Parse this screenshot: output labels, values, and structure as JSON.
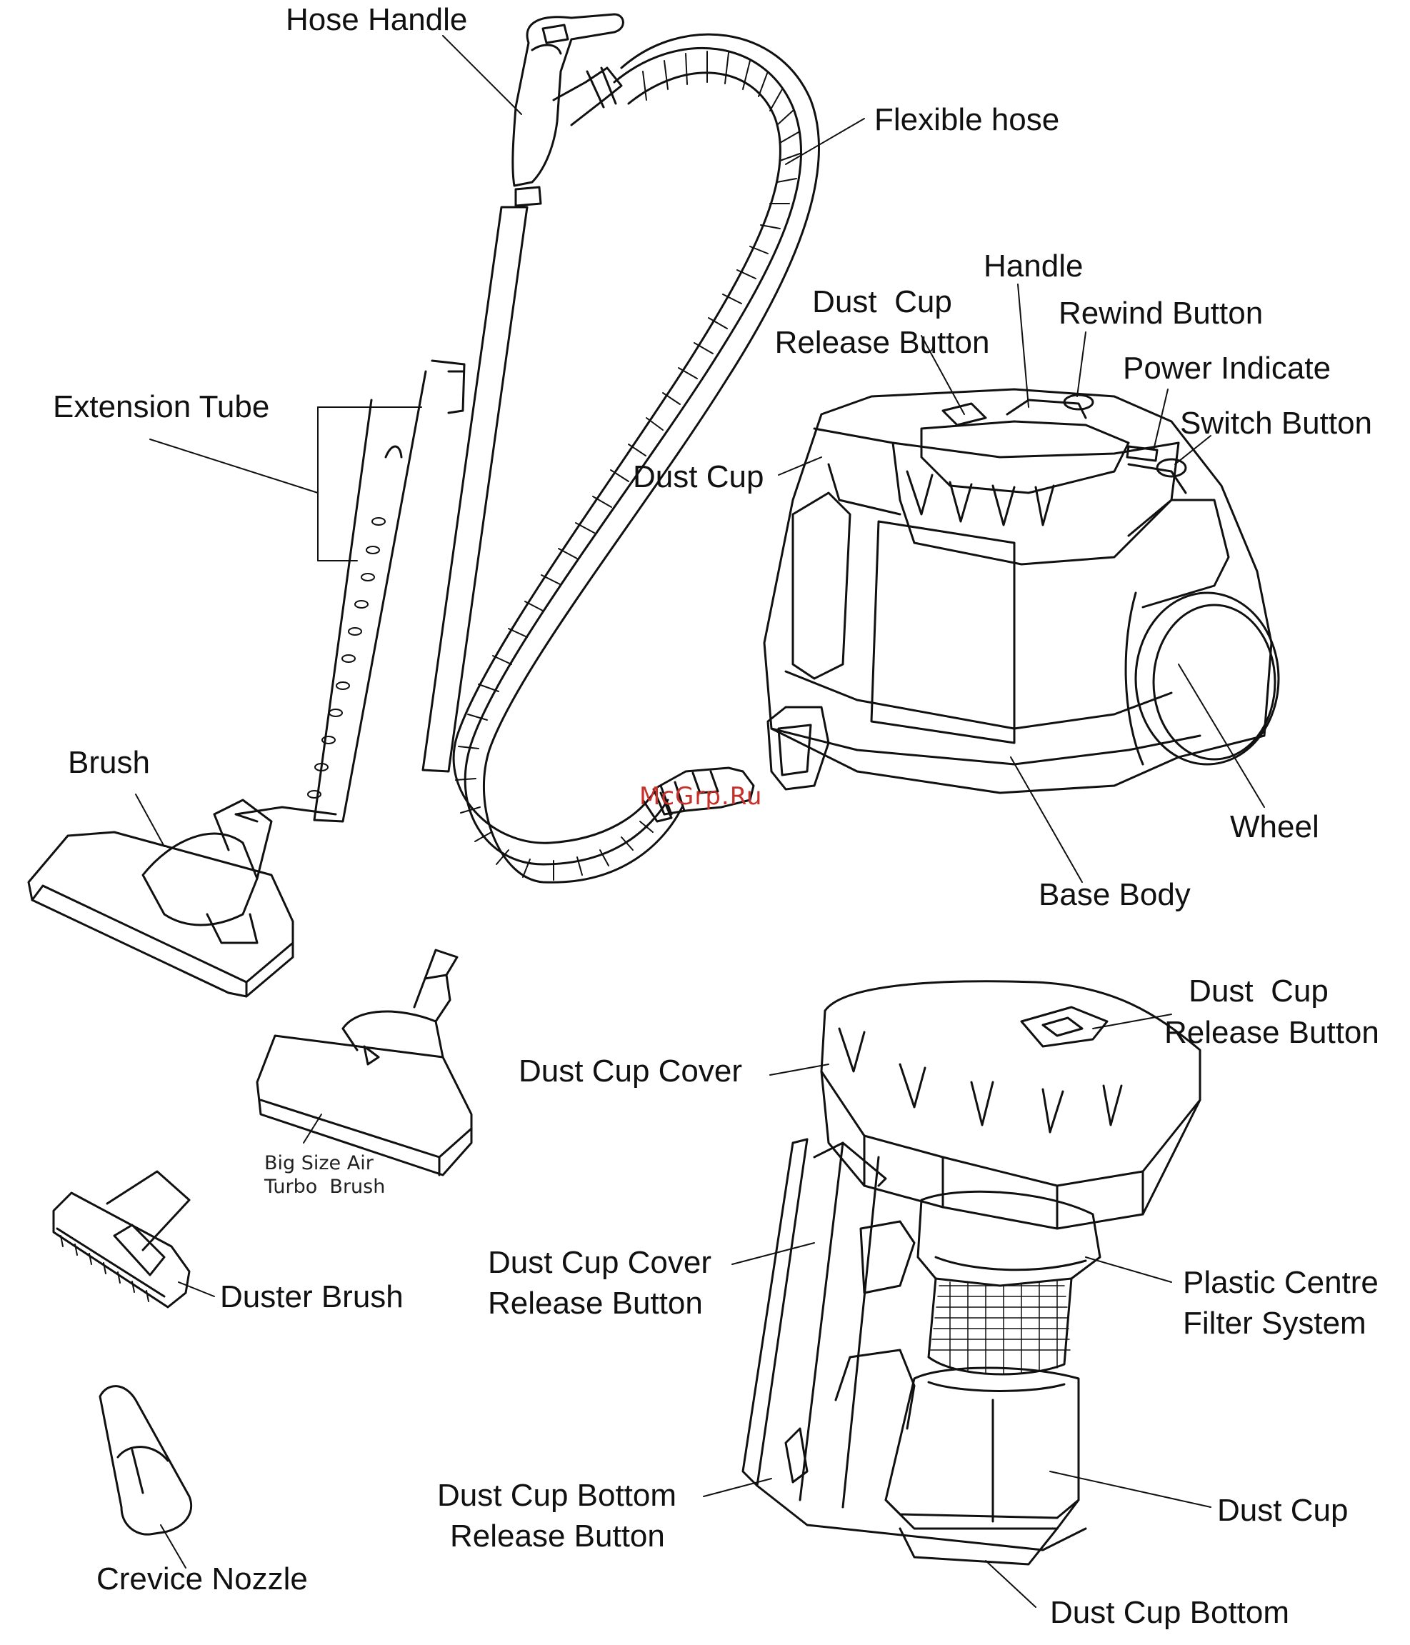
{
  "labels": {
    "hose_handle": "Hose Handle",
    "flexible_hose": "Flexible hose",
    "handle": "Handle",
    "dust_cup_release_top_1": "Dust  Cup",
    "dust_cup_release_top_2": "Release Button",
    "rewind_button": "Rewind Button",
    "power_indicate": "Power Indicate",
    "switch_button": "Switch Button",
    "extension_tube": "Extension Tube",
    "dust_cup_top": "Dust Cup",
    "brush": "Brush",
    "wheel": "Wheel",
    "base_body": "Base Body",
    "big_turbo_1": "Big Size Air",
    "big_turbo_2": "Turbo  Brush",
    "dust_cup_release_low_1": "Dust  Cup",
    "dust_cup_release_low_2": "Release Button",
    "dust_cup_cover": "Dust Cup Cover",
    "duster_brush": "Duster Brush",
    "cover_release_1": "Dust Cup Cover",
    "cover_release_2": "Release Button",
    "plastic_centre_1": "Plastic Centre",
    "plastic_centre_2": "Filter System",
    "bottom_release_1": "Dust Cup Bottom",
    "bottom_release_2": "Release Button",
    "dust_cup_low": "Dust Cup",
    "crevice_nozzle": "Crevice Nozzle",
    "dust_cup_bottom": "Dust Cup Bottom"
  },
  "watermark": "McGrp.Ru",
  "colors": {
    "ink": "#111111",
    "watermark": "#c8302a"
  }
}
